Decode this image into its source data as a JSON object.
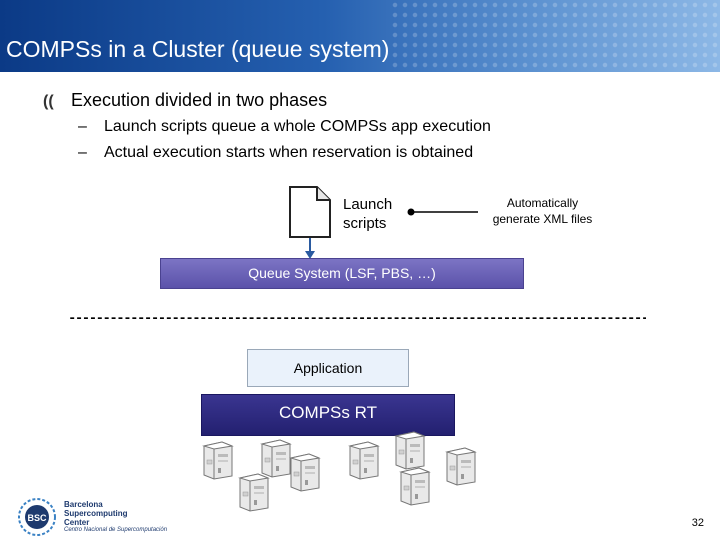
{
  "slide": {
    "title": "COMPSs in a Cluster (queue system)",
    "bullet": "Execution divided in two phases",
    "sub_bullets": [
      "Launch scripts queue a whole COMPSs app execution",
      "Actual execution starts when reservation is obtained"
    ],
    "sub_bullet_marker": "–",
    "page_number": "32"
  },
  "diagram": {
    "launch_label_line1": "Launch",
    "launch_label_line2": "scripts",
    "auto_label_line1": "Automatically",
    "auto_label_line2": "generate XML files",
    "queue_system": "Queue System (LSF, PBS, …)",
    "separator": "--------------------------------------------------------------------------------------------------------",
    "application": "Application",
    "runtime": "COMPSs RT"
  },
  "logo": {
    "line1": "Barcelona",
    "line2": "Supercomputing",
    "line3": "Center",
    "subtitle": "Centro Nacional de Supercomputación",
    "mark": "BSC"
  },
  "colors": {
    "title_bar": "#2560b0",
    "queue_box": "#6b63b8",
    "runtime_box": "#2b2780",
    "application_box": "#eaf2fb",
    "arrow": "#2a5aa0"
  }
}
